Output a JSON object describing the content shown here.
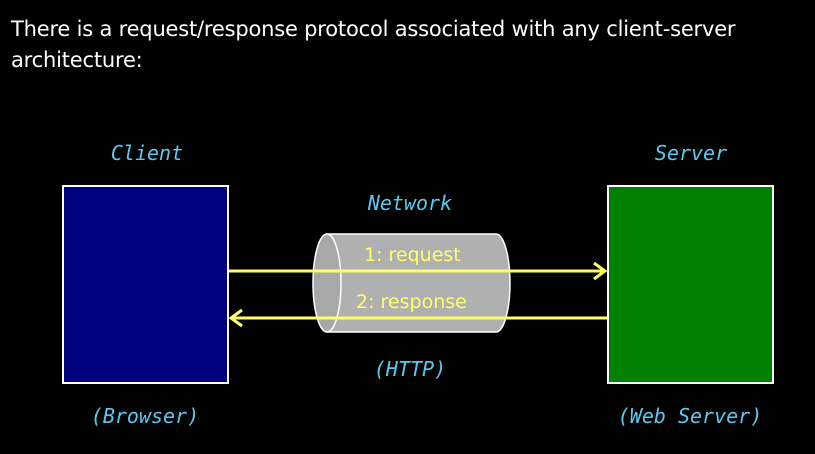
{
  "intro_text": "There is a request/response protocol associated with any client-server architecture:",
  "client": {
    "title": "Client",
    "subtitle": "(Browser)",
    "color": "#000080"
  },
  "server": {
    "title": "Server",
    "subtitle": "(Web Server)",
    "color": "#008000"
  },
  "network": {
    "title": "Network",
    "protocol": "(HTTP)",
    "pipe_color": "#b0b0b0"
  },
  "messages": {
    "request": "1: request",
    "response": "2: response",
    "arrow_color": "#ffff66"
  },
  "label_color": "#5cc8f0",
  "icons": {
    "request_arrow": "arrow-right-icon",
    "response_arrow": "arrow-left-icon"
  }
}
